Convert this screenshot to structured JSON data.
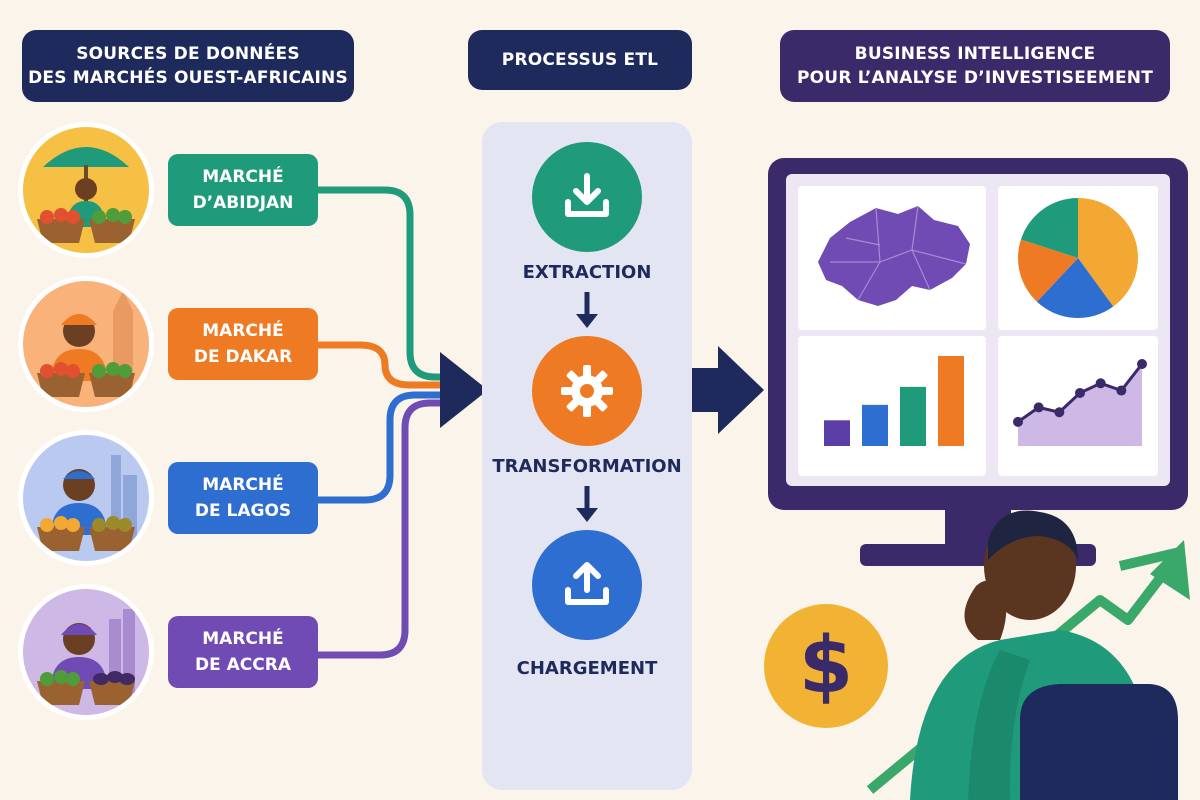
{
  "headers": {
    "sources": [
      "SOURCES DE DONNÉES",
      "DES MARCHÉS OUEST-AFRICAINS"
    ],
    "etl": "PROCESSUS ETL",
    "bi": [
      "BUSINESS INTELLIGENCE",
      "POUR L’ANALYSE D’INVESTISEEMENT"
    ]
  },
  "markets": [
    {
      "line1": "MARCHÉ",
      "line2": "D’ABIDJAN",
      "color": "#1f9a7a"
    },
    {
      "line1": "MARCHÉ",
      "line2": "DE DAKAR",
      "color": "#ee7a24"
    },
    {
      "line1": "MARCHÉ",
      "line2": "DE LAGOS",
      "color": "#2e6ed1"
    },
    {
      "line1": "MARCHÉ",
      "line2": "DE ACCRA",
      "color": "#6f4bb3"
    }
  ],
  "etl_steps": [
    {
      "label": "EXTRACTION",
      "icon": "download-icon",
      "color": "#1f9a7a"
    },
    {
      "label": "TRANSFORMATION",
      "icon": "gear-icon",
      "color": "#ee7a24"
    },
    {
      "label": "CHARGEMENT",
      "icon": "upload-icon",
      "color": "#2e6ed1"
    }
  ],
  "dashboard": {
    "bar_values": [
      1,
      1.6,
      2.3,
      3.5
    ],
    "bar_colors": [
      "#5b3fa6",
      "#2e6ed1",
      "#1f9a7a",
      "#ee7a24"
    ],
    "line_values": [
      1,
      1.6,
      1.4,
      2.2,
      2.6,
      2.3,
      3.4
    ],
    "pie_values": [
      40,
      22,
      18,
      20
    ],
    "pie_colors": [
      "#f2a833",
      "#2e6ed1",
      "#ee7a24",
      "#1f9a7a"
    ]
  },
  "currency_symbol": "$",
  "colors": {
    "navy": "#1f2a5c",
    "purple_dark": "#3a2a6a",
    "background": "#fbf4ea"
  }
}
